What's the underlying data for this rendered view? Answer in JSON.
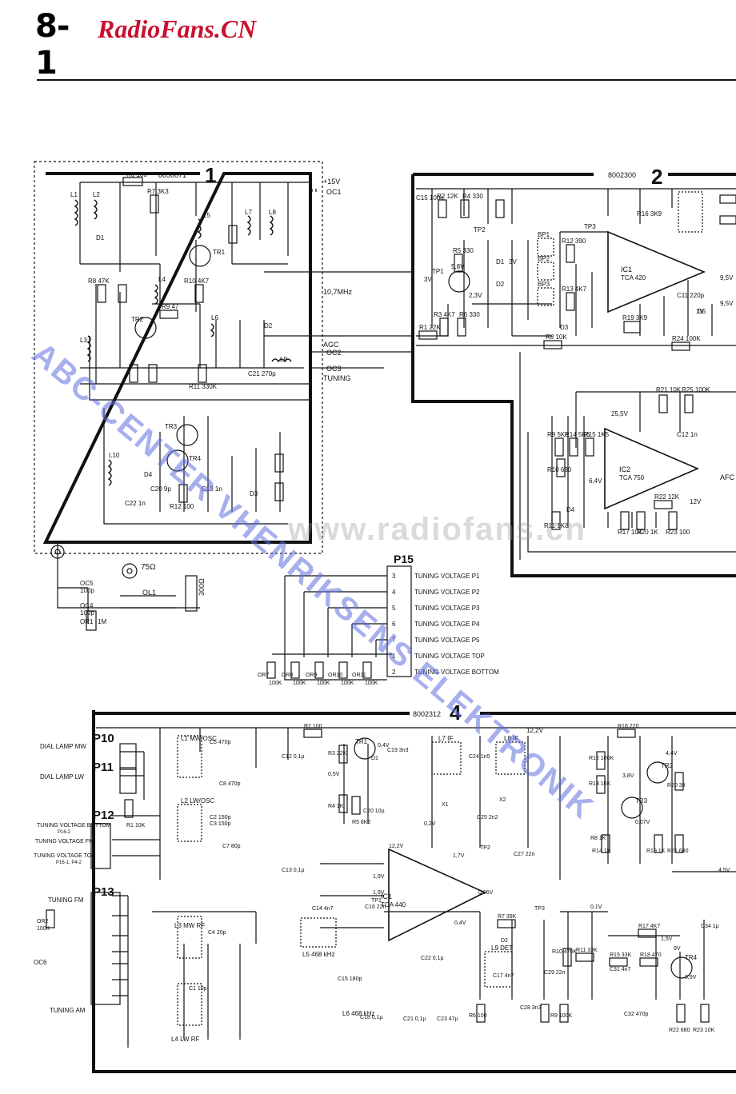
{
  "header": {
    "page_number": "8-1",
    "site": "RadioFans.CN"
  },
  "watermarks": {
    "diagonal": "ABC-CENTER VHENRIKSENS ELEKTRONIK",
    "center": "www.radiofans.cn"
  },
  "blocks": {
    "b1": {
      "number": "1",
      "code": "8050071"
    },
    "b2": {
      "number": "2",
      "code": "8002300"
    },
    "b4": {
      "number": "4",
      "code": "8002312"
    }
  },
  "block1": {
    "supply": "+15V",
    "coupling": [
      "OC1",
      "OC2",
      "OC3"
    ],
    "agc": "AGC",
    "tuning": "TUNING",
    "if_freq": "10,7MHz",
    "components": [
      "R6 100",
      "R7 3K3",
      "R8 47K",
      "R9 47",
      "R10 4K7",
      "R11 330K",
      "R12 100",
      "TR1",
      "TR2",
      "TR3",
      "TR4",
      "L1",
      "L2",
      "L3",
      "L4",
      "L5",
      "L6",
      "L7",
      "L8",
      "L9",
      "L10",
      "D1",
      "D2",
      "D3",
      "D4",
      "C20 9p",
      "C22 1n",
      "C13 1n",
      "C21 270p"
    ],
    "antenna": {
      "impedance": "75Ω",
      "balun": "OL1",
      "ohm300": "300Ω",
      "oc4": "OC4",
      "oc5": "OC5",
      "c100p_a": "100p",
      "c100p_b": "100p",
      "or1": "OR1",
      "r1m": "1M"
    }
  },
  "block2": {
    "ic1": {
      "ref": "IC1",
      "type": "TCA 420"
    },
    "ic2": {
      "ref": "IC2",
      "type": "TCA 750"
    },
    "afc": "AFC",
    "voltages": [
      "9,5V",
      "9,5V",
      "1V",
      "25,5V",
      "6,4V",
      "12V",
      "3V",
      "5,8V",
      "3V",
      "2,3V"
    ],
    "components": [
      "C15 100n",
      "R2 12K",
      "R4 330",
      "R5 330",
      "R6 330",
      "R3 4K7",
      "R1 22K",
      "R8 10K",
      "R12 390",
      "R13 4K7",
      "R16 3K9",
      "R19 3K9",
      "R21 10K",
      "R24 100K",
      "R25 100K",
      "R9 5K6",
      "R10 680",
      "R11 1K8",
      "R14 5K6",
      "R15 1K5",
      "R17 10K",
      "R20 1K",
      "R22 12K",
      "R23 100",
      "C11 220p",
      "C12 1n",
      "BP1",
      "BP2",
      "BP3",
      "TP1",
      "TP2",
      "TP3",
      "D1",
      "D2",
      "D3",
      "D4",
      "D5"
    ]
  },
  "p15": {
    "ref": "P15",
    "rows": [
      {
        "pin": "3",
        "label": "TUNING VOLTAGE P1"
      },
      {
        "pin": "4",
        "label": "TUNING VOLTAGE P2"
      },
      {
        "pin": "5",
        "label": "TUNING VOLTAGE P3"
      },
      {
        "pin": "6",
        "label": "TUNING VOLTAGE P4"
      },
      {
        "pin": "7",
        "label": "TUNING VOLTAGE P5"
      },
      {
        "pin": "1",
        "label": "TUNING VOLTAGE TOP"
      },
      {
        "pin": "2",
        "label": "TUNING VOLTAGE BOTTOM"
      }
    ],
    "resistors": [
      {
        "ref": "OR7",
        "value": "100K"
      },
      {
        "ref": "OR8",
        "value": "100K"
      },
      {
        "ref": "OR9",
        "value": "100K"
      },
      {
        "ref": "OR10",
        "value": "100K"
      },
      {
        "ref": "OR11",
        "value": "100K"
      }
    ]
  },
  "block4": {
    "connectors": [
      {
        "ref": "P10",
        "label": "DIAL LAMP MW"
      },
      {
        "ref": "P11",
        "label": "DIAL LAMP LW"
      },
      {
        "ref": "P12",
        "label": "TUNING VOLTAGE BOTTOM"
      },
      {
        "ref": "P13",
        "label": "TUNING FM"
      }
    ],
    "p12_labels": [
      "TUNING VOLTAGE BOTTOM",
      "TUNING VOLTAGE FM",
      "TUNING VOLTAGE TOP"
    ],
    "p12_subs": [
      "P16-2",
      "P16-1, P4-2"
    ],
    "tuning_am": "TUNING AM",
    "oc6": "OC6",
    "or2": {
      "ref": "OR2",
      "value": "100K"
    },
    "ic1": {
      "ref": "IC1",
      "type": "TCA 440"
    },
    "coils": [
      "L1 MW/OSC",
      "L2 LW/OSC",
      "L3 MW RF",
      "L4 LW RF",
      "L5 468 kHz",
      "L6 468 kHz",
      "L7 IF",
      "L8 IF",
      "L9 DET"
    ],
    "transistors": [
      "TR1",
      "TR2",
      "TR3",
      "TR4"
    ],
    "supply": "12,2V",
    "voltages": [
      "0,4V",
      "0,5V",
      "0,2V",
      "12,2V",
      "1,9V",
      "1,9V",
      "1,7V",
      "0,06V",
      "0,4V",
      "0,1V",
      "3,8V",
      "4,4V",
      "0,07V",
      "4,5V",
      "1,5V",
      "9V",
      "0,9V"
    ],
    "components": [
      "R1 10K",
      "R2 100",
      "R3 22K",
      "R4 1K",
      "R5 8K2",
      "R6 100",
      "R7 39K",
      "R8 1K",
      "R9 100K",
      "R10 470K",
      "R11 33K",
      "R12 100K",
      "R13 10K",
      "R14 1K",
      "R15 33K",
      "R16 220",
      "R17 4K7",
      "R18 470",
      "R19 1K",
      "R20 39",
      "R21 680",
      "R22 680",
      "R23 10K",
      "C1 10p",
      "C2 150p",
      "C3 150p",
      "C4 20p",
      "C5 470p",
      "C7 80p",
      "C8 470p",
      "C12 0,1µ",
      "C13 0,1µ",
      "C14 4n7",
      "C15 180p",
      "C16 22n",
      "C17 4n7",
      "C18 0,1µ",
      "C19 3n3",
      "C20 10µ",
      "C21 0,1µ",
      "C22 0,1µ",
      "C23 47µ",
      "C24 1n5",
      "C25 2n2",
      "C27 22n",
      "C28 3n3",
      "C29 22n",
      "C31 4n7",
      "C32 470p",
      "C34 1µ",
      "X1",
      "X2",
      "D1",
      "D2",
      "TP1",
      "TP2",
      "TP3"
    ]
  }
}
